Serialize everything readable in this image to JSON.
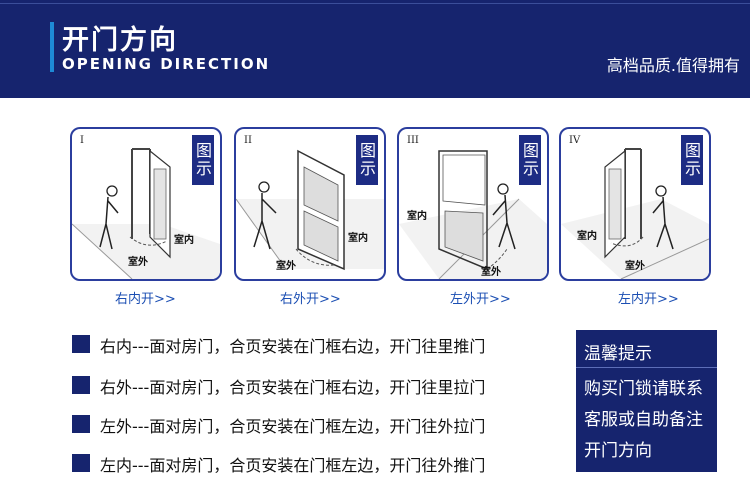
{
  "header": {
    "title_cn": "开门方向",
    "title_en": "OPENING DIRECTION",
    "slogan": "高档品质.值得拥有"
  },
  "cards": [
    {
      "numeral": "I",
      "tag": "图示",
      "label_in": "室内",
      "label_out": "室外",
      "direction": "右内开>>"
    },
    {
      "numeral": "II",
      "tag": "图示",
      "label_in": "室内",
      "label_out": "室外",
      "direction": "右外开>>"
    },
    {
      "numeral": "III",
      "tag": "图示",
      "label_in": "室内",
      "label_out": "室外",
      "direction": "左外开>>"
    },
    {
      "numeral": "IV",
      "tag": "图示",
      "label_in": "室内",
      "label_out": "室外",
      "direction": "左内开>>"
    }
  ],
  "legend": [
    "右内---面对房门，合页安装在门框右边，开门往里推门",
    "右外---面对房门，合页安装在门框右边，开门往里拉门",
    "左外---面对房门，合页安装在门框左边，开门往外拉门",
    "左内---面对房门，合页安装在门框左边，开门往外推门"
  ],
  "tips": {
    "title": "温馨提示",
    "lines": [
      "购买门锁请联系",
      "客服或自助备注",
      "开门方向"
    ]
  },
  "colors": {
    "navy": "#16246e",
    "card_border": "#2b3e9e",
    "direction_text": "#1c4fb3",
    "accent": "#1e8ad6"
  }
}
